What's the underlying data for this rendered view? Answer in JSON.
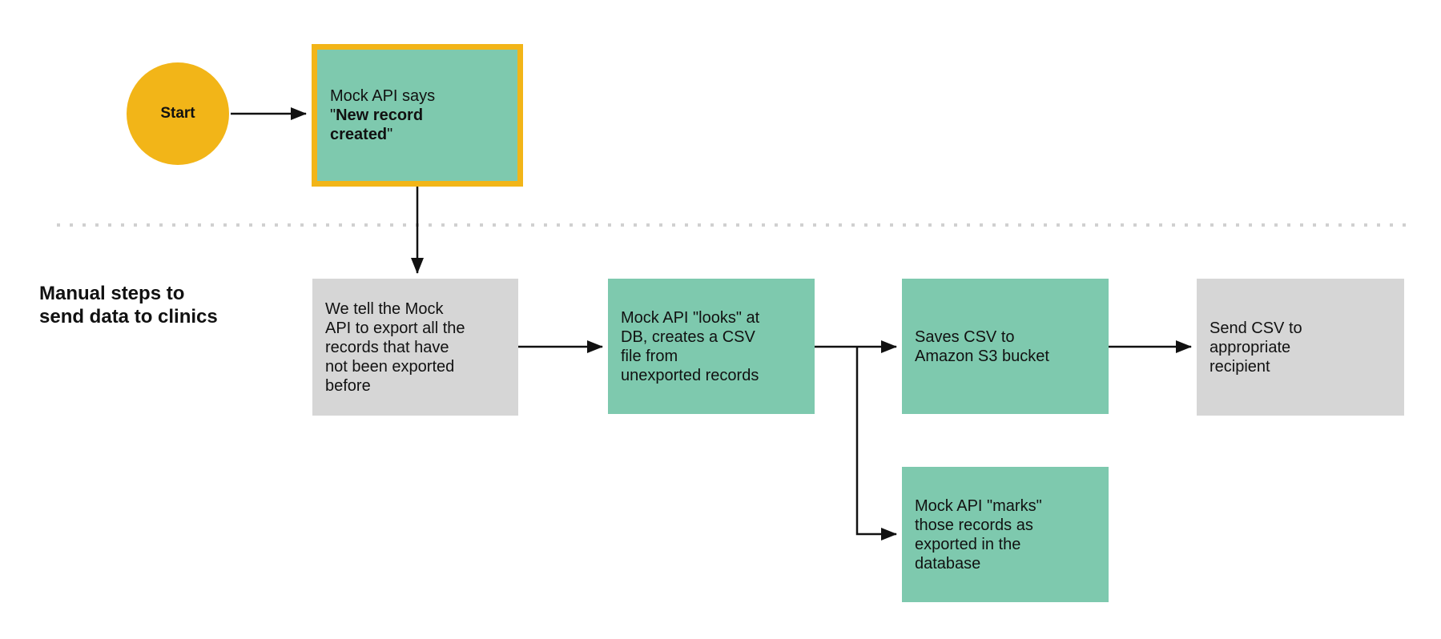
{
  "diagram": {
    "section_title": "Manual steps to\nsend data to clinics",
    "start": {
      "label": "Start"
    },
    "trigger": {
      "segments": [
        {
          "text": "Mock API says\n\"",
          "bold": false
        },
        {
          "text": "New record\ncreated",
          "bold": true
        },
        {
          "text": "\"",
          "bold": false
        }
      ]
    },
    "steps": {
      "export_request": "We tell the Mock\nAPI to export all the\nrecords that have\nnot been exported\nbefore",
      "create_csv": "Mock API \"looks\" at\nDB, creates a CSV\nfile from\nunexported records",
      "save_s3": "Saves CSV to\nAmazon S3 bucket",
      "send_csv": "Send CSV to\nappropriate\nrecipient",
      "mark_exported": "Mock API \"marks\"\nthose records as\nexported in the\ndatabase"
    },
    "colors": {
      "node_teal": "#7EC9AE",
      "accent_yellow": "#F2B518",
      "node_gray": "#D6D6D6",
      "divider_dot": "#D0D0D0",
      "connector": "#111111"
    }
  }
}
